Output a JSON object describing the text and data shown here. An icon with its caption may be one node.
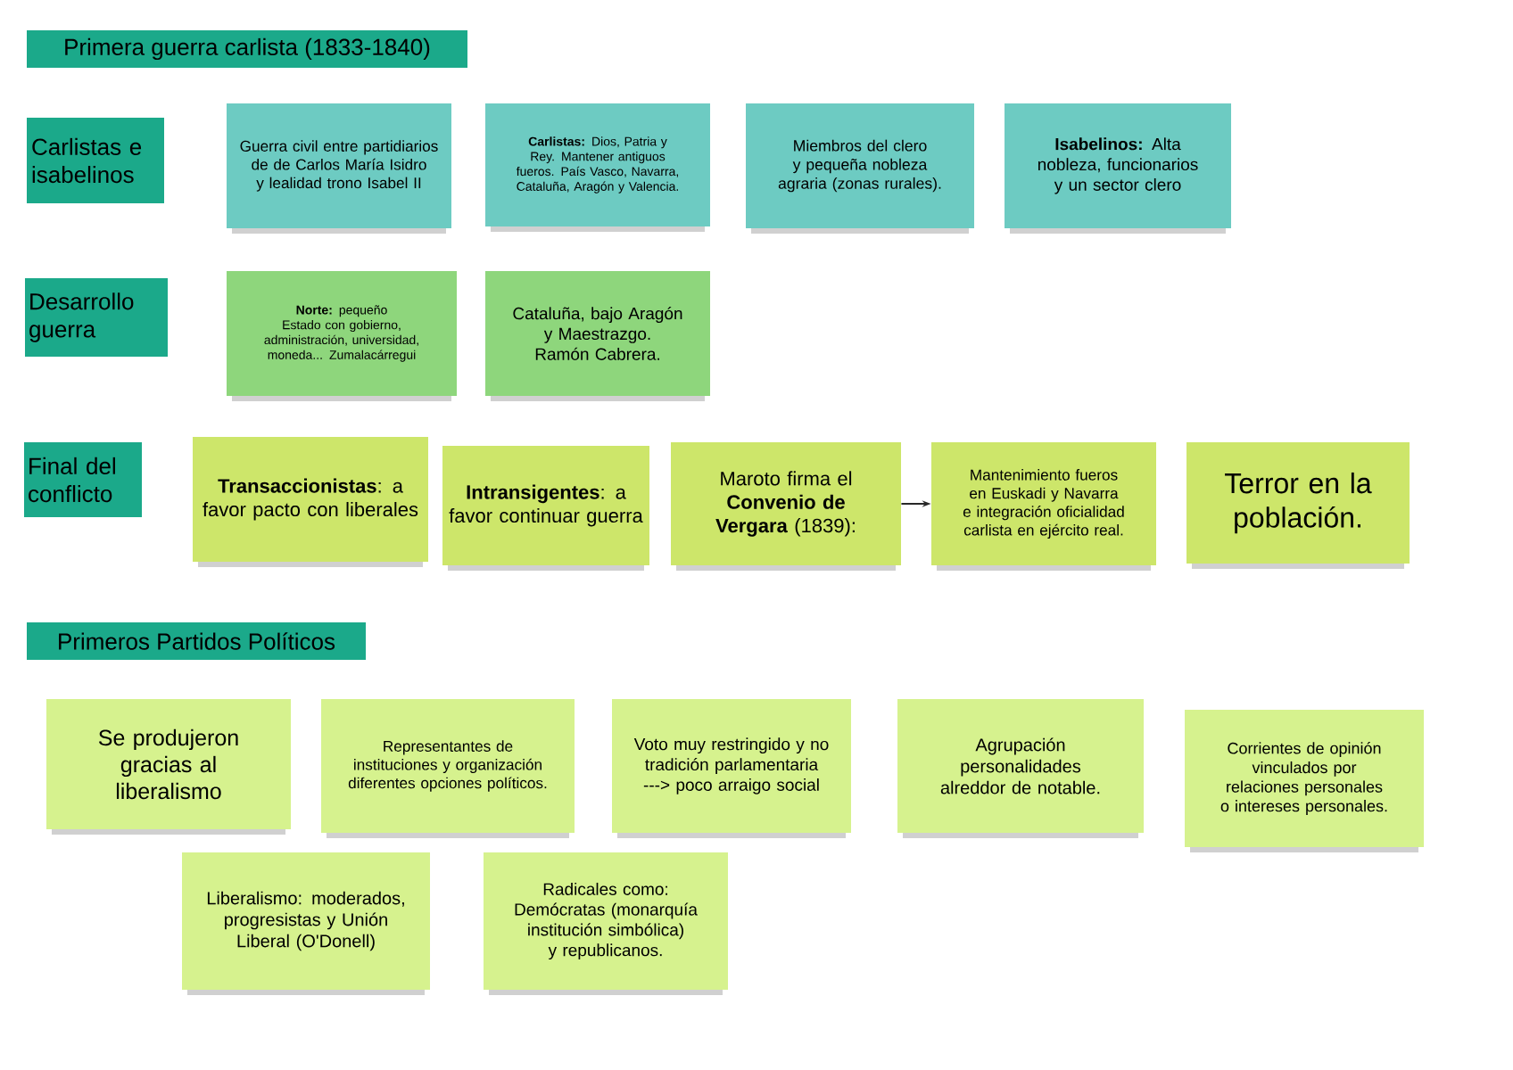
{
  "diagram": {
    "nodes": [
      {
        "text": [
          "Primera guerra carlista (1833-1840)"
        ]
      },
      {
        "text": [
          "Carlistas e isabelinos"
        ]
      },
      {
        "text": [
          "Guerra civil entre partidiarios de de Carlos María Isidro y lealidad trono Isabel II"
        ]
      },
      {
        "text": [
          "**Carlistas:** Dios, Patria y Rey. Mantener antiguos fueros. País Vasco, Navarra, Cataluña, Aragón y Valencia."
        ]
      },
      {
        "text": [
          "Miembros del clero y pequeña nobleza agraria (zonas rurales)."
        ]
      },
      {
        "text": [
          "**Isabelinos:** Alta nobleza, funcionarios y un sector clero"
        ]
      },
      {
        "text": [
          "Desarrollo guerra"
        ]
      },
      {
        "text": [
          "**Norte:** pequeño Estado con gobierno, administración, universidad, moneda... Zumalacárregui"
        ]
      },
      {
        "text": [
          "Cataluña, bajo Aragón y Maestrazgo. Ramón Cabrera."
        ]
      },
      {
        "text": [
          "Final del conflicto"
        ]
      },
      {
        "text": [
          "**Transaccionistas**: a favor pacto con liberales"
        ]
      },
      {
        "text": [
          "**Intransigentes**: a favor continuar guerra"
        ]
      },
      {
        "text": [
          "Maroto firma el **Convenio de Vergara** (1839):"
        ]
      },
      {
        "text": [
          "Mantenimiento fueros en Euskadi y Navarra e integración oficialidad carlista en ejército real."
        ]
      },
      {
        "text": [
          "Terror en la población."
        ]
      },
      {
        "text": [
          "Primeros Partidos Políticos"
        ]
      },
      {
        "text": [
          "Se produjeron gracias al liberalismo"
        ]
      },
      {
        "text": [
          "Representantes de instituciones y organización diferentes opciones políticos."
        ]
      },
      {
        "text": [
          "Voto muy restringido y no tradición parlamentaria ---> poco arraigo social"
        ]
      },
      {
        "text": [
          "Agrupación personalidades alreddor de notable."
        ]
      },
      {
        "text": [
          "Corrientes de opinión vinculados por relaciones personales o intereses personales."
        ]
      },
      {
        "text": [
          "Liberalismo: moderados, progresistas y Unión Liberal (O'Donell)"
        ]
      },
      {
        "text": [
          "Radicales como: Demócratas (monarquía institución simbólica) y republicanos."
        ]
      }
    ],
    "edges": [
      {
        "from": 12,
        "to": 13,
        "arrow": "to"
      }
    ]
  }
}
